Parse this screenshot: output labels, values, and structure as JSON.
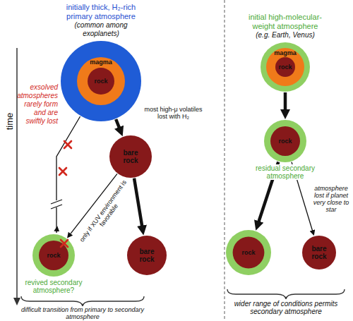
{
  "diagram": {
    "nodes": [
      {
        "text": [
          "initially thick, H₂-rich primary atmosphere",
          "(common among exoplanets)"
        ]
      },
      {
        "text": [
          "magma"
        ],
        "in": 0
      },
      {
        "text": [
          "rock"
        ],
        "in": 1
      },
      {
        "text": [
          "bare rock"
        ]
      },
      {
        "text": [
          "rock",
          "revived secondary atmosphere?"
        ]
      },
      {
        "text": [
          "bare rock"
        ]
      },
      {
        "text": [
          "initial high-molecular-weight atmosphere",
          "(e.g. Earth, Venus)"
        ]
      },
      {
        "text": [
          "magma"
        ],
        "in": 6
      },
      {
        "text": [
          "rock"
        ],
        "in": 7
      },
      {
        "text": [
          "rock",
          "residual secondary atmosphere"
        ]
      },
      {
        "text": [
          "rock"
        ]
      },
      {
        "text": [
          "bare rock"
        ]
      }
    ],
    "edges": [
      {
        "from": 0,
        "to": 3,
        "arrow": "to",
        "label": "most high-μ volatiles lost with H₂"
      },
      {
        "from": 0,
        "to": 4,
        "arrow": "to"
      },
      {
        "from": 3,
        "to": 4,
        "arrow": "to",
        "label": "only if XUV environment is favorable"
      },
      {
        "from": 3,
        "to": 5,
        "arrow": "to"
      },
      {
        "from": 6,
        "to": 9,
        "arrow": "to"
      },
      {
        "from": 9,
        "to": 10,
        "arrow": "to"
      },
      {
        "from": 9,
        "to": 11,
        "arrow": "to",
        "label": "atmosphere lost if planet very close to star"
      }
    ],
    "labels": [
      "time",
      "exsolved atmospheres rarely form and are swiftly lost",
      "difficult transition from primary to secondary atmosphere",
      "wider range of conditions permits secondary atmosphere"
    ]
  }
}
